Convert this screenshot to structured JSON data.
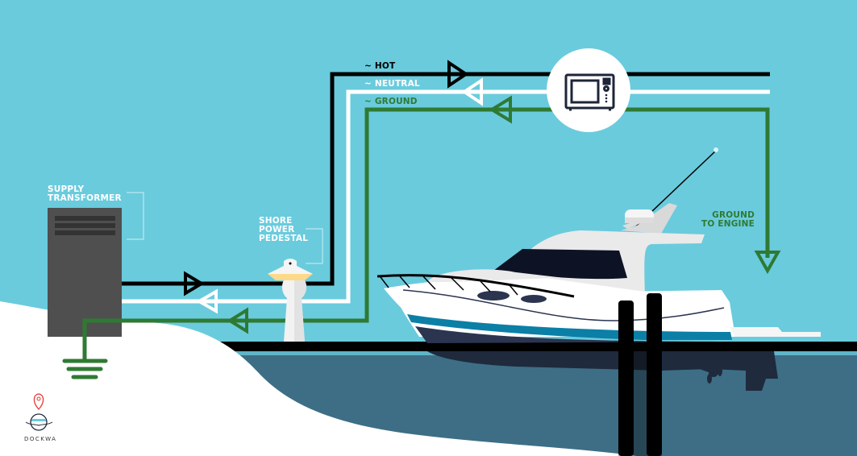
{
  "labels": {
    "hot": "~ HOT",
    "neutral": "~ NEUTRAL",
    "ground": "~ GROUND",
    "supply_transformer": [
      "SUPPLY",
      "TRANSFORMER"
    ],
    "shore_power_pedestal": [
      "SHORE",
      "POWER",
      "PEDESTAL"
    ],
    "ground_to_engine": [
      "GROUND",
      "TO ENGINE"
    ]
  },
  "logo": {
    "text": "DOCKWA"
  },
  "colors": {
    "sky": "#6ACBDD",
    "water": "#3D6E85",
    "hot": "#000000",
    "neutral": "#FFFFFF",
    "ground": "#2F7A33",
    "transformer": "#4F4F4F",
    "hull_stripe": "#0B7FA6"
  },
  "icons": [
    "microwave-icon",
    "earth-ground-icon",
    "map-pin-icon"
  ]
}
